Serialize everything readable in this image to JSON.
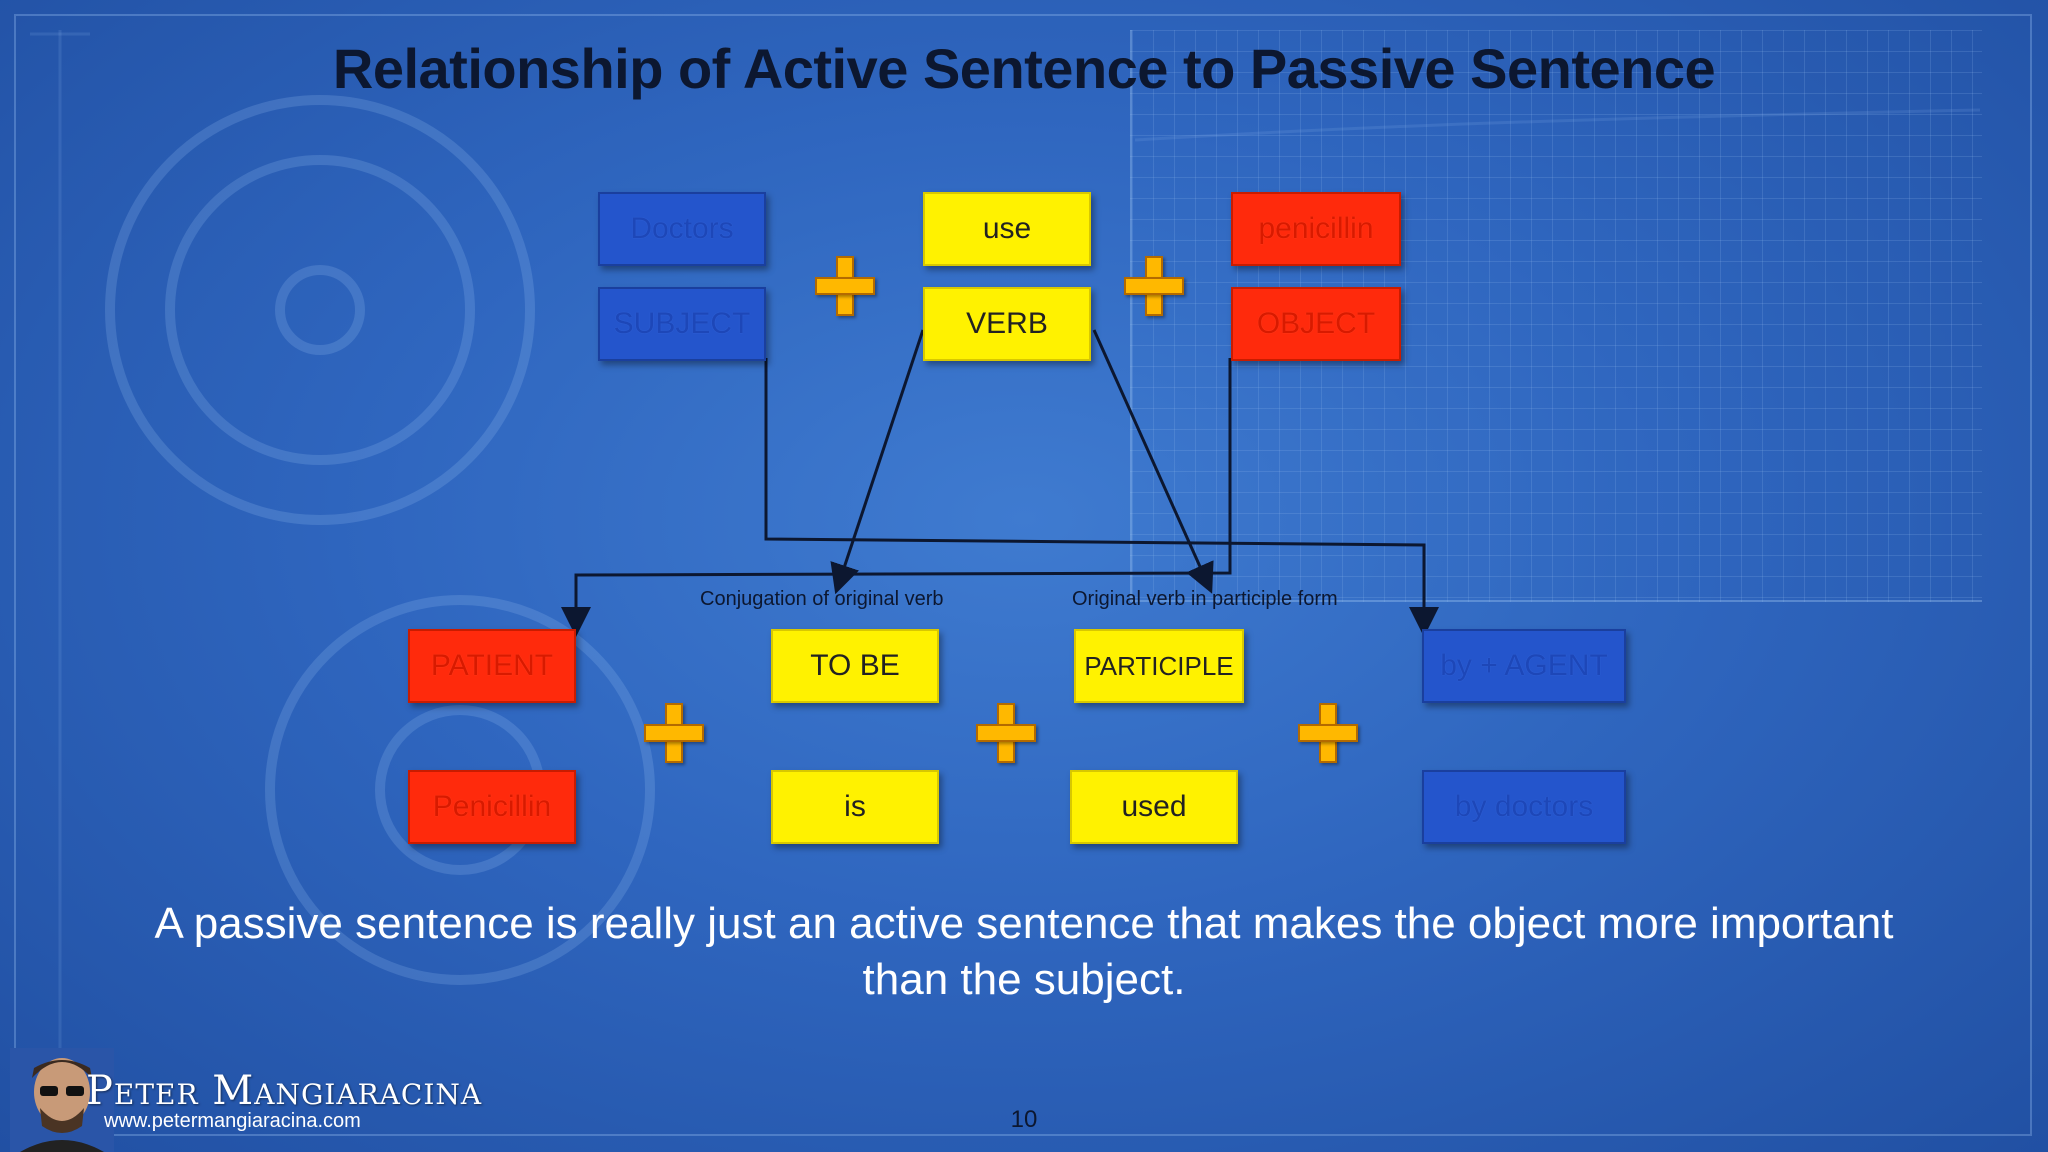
{
  "title": "Relationship of Active Sentence to Passive Sentence",
  "active": {
    "subject_word": "Doctors",
    "subject_label": "SUBJECT",
    "verb_word": "use",
    "verb_label": "VERB",
    "object_word": "penicillin",
    "object_label": "OBJECT"
  },
  "passive": {
    "patient_label": "PATIENT",
    "patient_word": "Penicillin",
    "tobe_label": "TO BE",
    "tobe_word": "is",
    "participle_label": "PARTICIPLE",
    "participle_word": "used",
    "agent_label": "by + AGENT",
    "agent_word": "by doctors"
  },
  "notes": {
    "conjugation": "Conjugation of original verb",
    "participle_form": "Original verb in participle form"
  },
  "caption": "A passive sentence is really just an active sentence that makes the object more important than the subject.",
  "page_number": "10",
  "brand": {
    "name": "Peter Mangiaracina",
    "website": "www.petermangiaracina.com"
  },
  "colors": {
    "background": "#2f66bf",
    "blue_box": "#2455cc",
    "yellow_box": "#fff200",
    "red_box": "#ff2a0c",
    "plus": "#ffb800"
  },
  "icons": [
    "plus-icon",
    "avatar-photo"
  ]
}
